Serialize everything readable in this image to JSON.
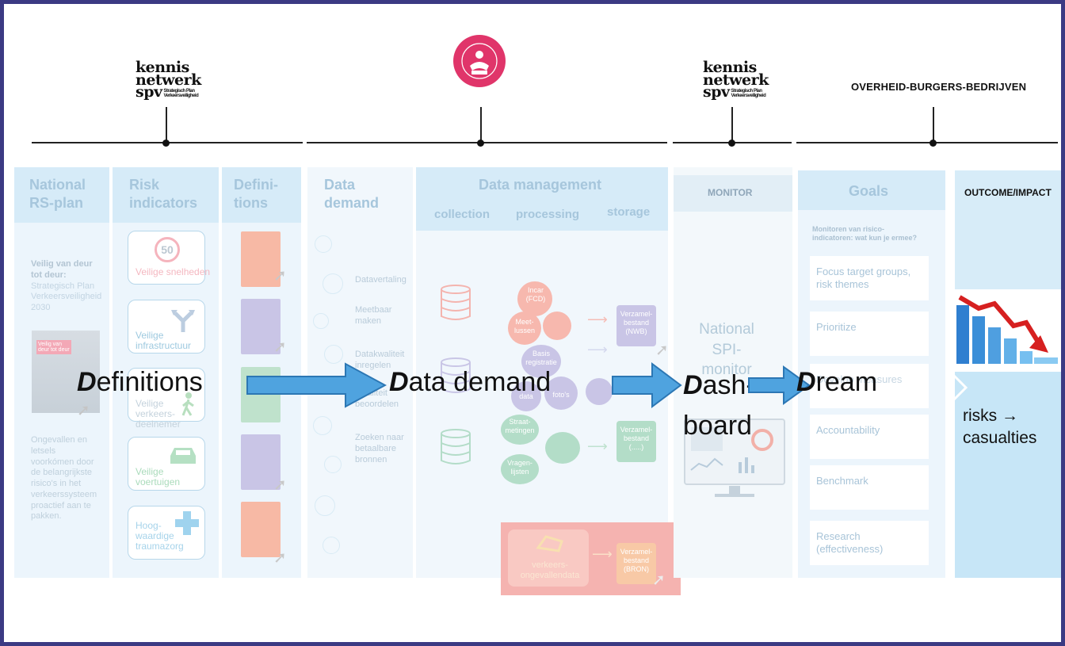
{
  "logos": {
    "kennis_left": {
      "line1": "kennis",
      "line2": "netwerk",
      "line3": "spv",
      "sub1": "Strategisch Plan",
      "sub2": "Verkeersveiligheid"
    },
    "kennis_right": {
      "line1": "kennis",
      "line2": "netwerk",
      "line3": "spv",
      "sub1": "Strategisch Plan",
      "sub2": "Verkeersveiligheid"
    },
    "stakeholders": "OVERHEID-BURGERS-BEDRIJVEN"
  },
  "columns": {
    "national": {
      "title1": "National",
      "title2": "RS-plan",
      "plan_bold": "Veilig van deur tot deur:",
      "plan_rest": "Strategisch Plan Verkeersveiligheid 2030",
      "plan_cover": "Veilig van deur tot deur",
      "body": "Ongevallen en letsels voorkómen door de belangrijkste risico's in het verkeerssysteem proactief aan te pakken."
    },
    "risk": {
      "title1": "Risk",
      "title2": "indicators",
      "items": [
        "Veilige snelheden",
        "Veilige infrastructuur",
        "Veilige verkeers-deelnemer",
        "Veilige voertuigen",
        "Hoog-waardige traumazorg"
      ],
      "speed": "50"
    },
    "definitions": {
      "title1": "Defini-",
      "title2": "tions"
    },
    "data_demand": {
      "title1": "Data",
      "title2": "demand",
      "steps": [
        "Datavertaling",
        "Meetbaar maken",
        "Datakwaliteit inregelen",
        "Kwaliteit beoordelen",
        "Zoeken naar betaalbare bronnen"
      ]
    },
    "data_management": {
      "title": "Data management",
      "sub1": "collection",
      "sub2": "processing",
      "sub3": "storage",
      "nodes": [
        "Incar (FCD)",
        "Meet-lussen",
        "Basis registratie",
        "data",
        "foto's",
        "Straat-metingen",
        "Vragen-lijsten"
      ],
      "stores": [
        "Verzamel-bestand (NWB)",
        "Verzamel-bestand (.....)",
        "Verzamel-bestand (BRON)"
      ],
      "accident": "verkeers-ongevallendata"
    },
    "monitor": {
      "title": "MONITOR",
      "ghost": "National SPI-monitor"
    },
    "goals": {
      "title": "Goals",
      "intro": "Monitoren van risico-indicatoren: wat kun je ermee?",
      "cards": [
        "Focus target groups, risk themes",
        "Prioritize",
        "Develop measures",
        "Accountability",
        "Benchmark",
        "Research (effectiveness)"
      ]
    },
    "outcome": {
      "title": "OUTCOME/IMPACT",
      "text1": "risks →",
      "text2": "casualties"
    }
  },
  "overlay": {
    "definitions_initial": "D",
    "definitions_rest": "efinitions",
    "data_initial": "D",
    "data_rest": "ata demand",
    "dash_initial": "D",
    "dash_rest": "ash-",
    "dash_line2": "board",
    "dream_initial": "D",
    "dream_rest": "ream"
  },
  "colors": {
    "frame": "#3b3a83",
    "arrow": "#4fa3df",
    "logo_pink": "#e0356a"
  }
}
